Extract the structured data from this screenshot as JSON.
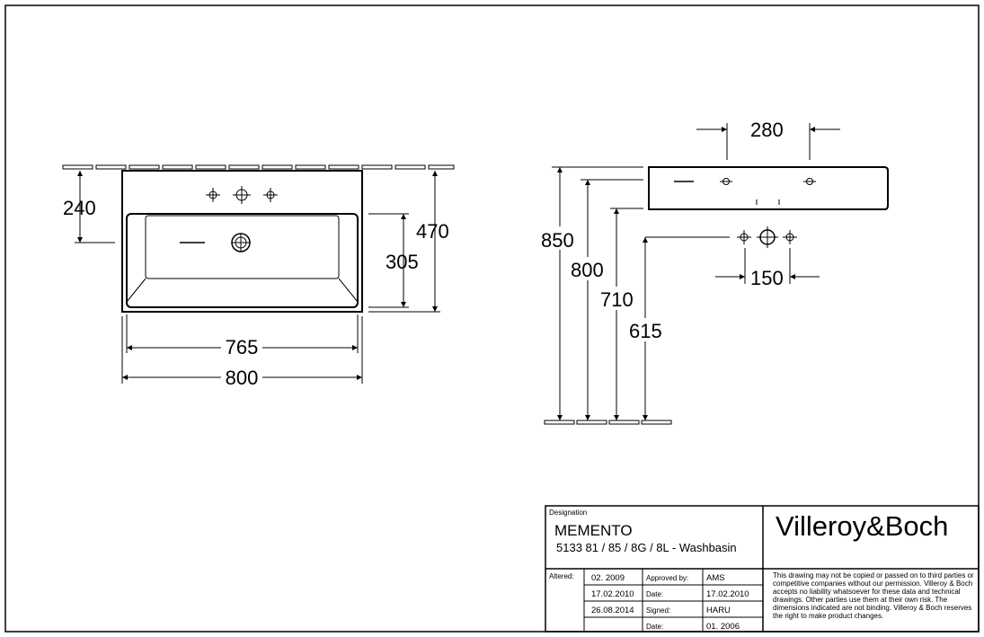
{
  "front_view": {
    "dims": {
      "overall_width": "800",
      "inner_width": "765",
      "tap_height": "240",
      "bowl_depth": "305",
      "overall_depth": "470"
    }
  },
  "side_view": {
    "dims": {
      "tap_holes_spacing": "280",
      "h850": "850",
      "h800": "800",
      "h710": "710",
      "h615": "615",
      "waste_spacing": "150"
    }
  },
  "title_block": {
    "designation_label": "Designation",
    "product_name": "MEMENTO",
    "product_desc": "5133 81 / 85 / 8G / 8L - Washbasin",
    "brand": "Villeroy&Boch",
    "altered_label": "Altered:",
    "altered_dates": [
      "02. 2009",
      "17.02.2010",
      "26.08.2014",
      ""
    ],
    "approval_labels": [
      "Approved by:",
      "Date:",
      "Signed:",
      "Date:"
    ],
    "approval_values": [
      "AMS",
      "17.02.2010",
      "HARU",
      "01. 2006"
    ],
    "disclaimer": "This drawing may not be copied or passed on to third parties or competitive companies without our permission. Villeroy & Boch accepts no liability whatsoever for these data and technical drawings. Other parties use them at their own risk. The dimensions indicated are not binding. Villeroy & Boch reserves the right to make product changes."
  }
}
